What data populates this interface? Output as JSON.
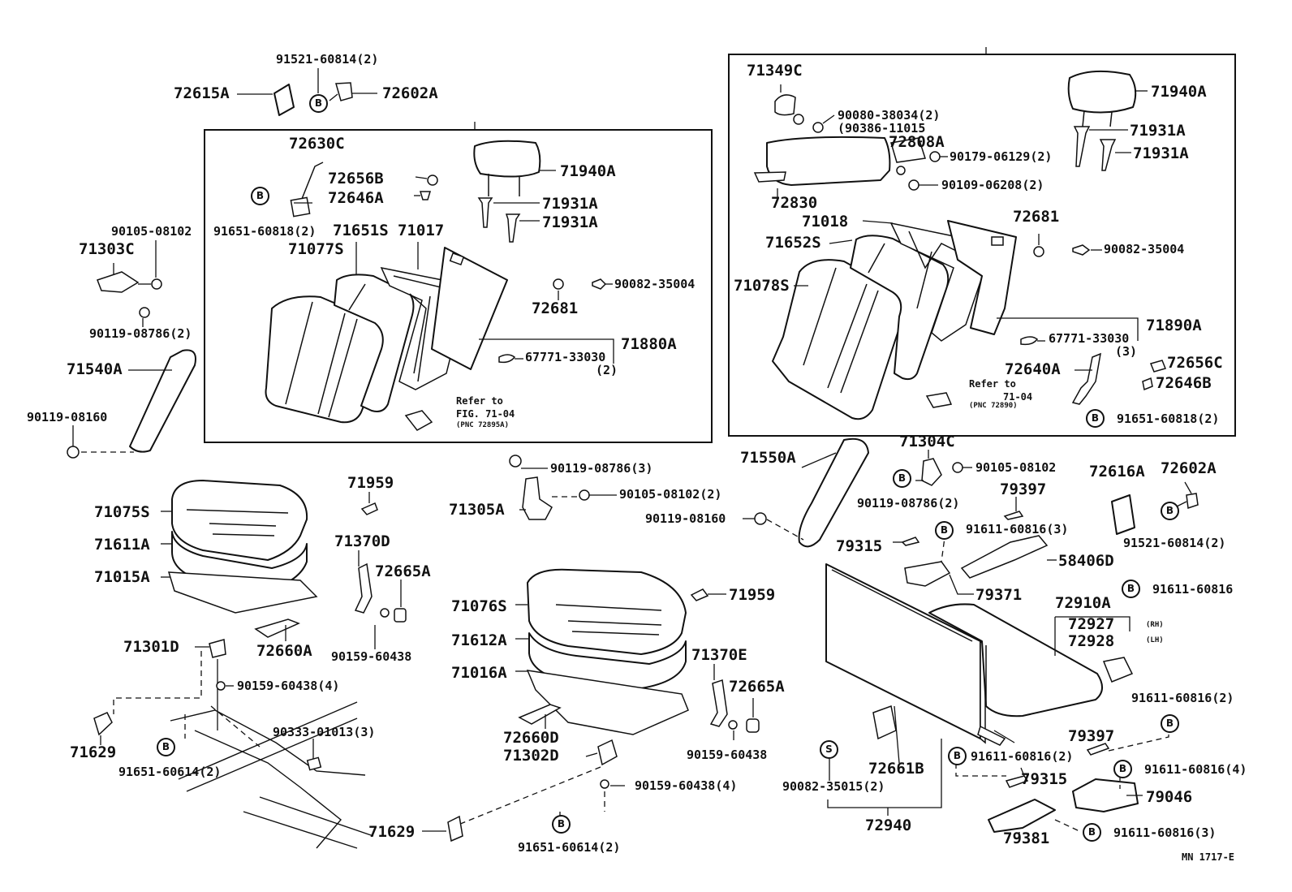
{
  "parts": {
    "p1": "91521-60814(2)",
    "p2": "72615A",
    "p3": "72602A",
    "p4": "72630C",
    "p5": "72656B",
    "p6": "72646A",
    "p7": "71940A",
    "p8": "71931A",
    "p9": "71931A",
    "p10": "91651-60818(2)",
    "p11": "90105-08102",
    "p12": "71303C",
    "p13": "71651S",
    "p14": "71017",
    "p15": "71077S",
    "p16": "90082-35004",
    "p17": "72681",
    "p18": "90119-08786(2)",
    "p19": "71880A",
    "p20": "67771-33030",
    "p21": "(2)",
    "p22": "71540A",
    "p23": "90119-08160",
    "p24": "71349C",
    "p25": "90080-38034(2)",
    "p26": "(90386-11015",
    "p27": "72808A",
    "p28": "90179-06129(2)",
    "p29": "90109-06208(2)",
    "p30": "71940A",
    "p31": "71931A",
    "p32": "71931A",
    "p33": "72830",
    "p34": "71018",
    "p35": "72681",
    "p36": "71652S",
    "p37": "90082-35004",
    "p38": "71078S",
    "p39": "71890A",
    "p40": "67771-33030",
    "p41": "(3)",
    "p42": "72656C",
    "p43": "72640A",
    "p44": "72646B",
    "p45": "91651-60818(2)",
    "p46": "71075S",
    "p47": "71611A",
    "p48": "71015A",
    "p49": "71959",
    "p50": "71370D",
    "p51": "72665A",
    "p52": "90159-60438",
    "p53": "72660A",
    "p54": "71301D",
    "p55": "90159-60438(4)",
    "p56": "90333-01013(3)",
    "p57": "71629",
    "p58": "91651-60614(2)",
    "p59": "90119-08786(3)",
    "p60": "71305A",
    "p61": "90105-08102(2)",
    "p62": "71959",
    "p63": "71076S",
    "p64": "71612A",
    "p65": "71016A",
    "p66": "71370E",
    "p67": "72665A",
    "p68": "90159-60438",
    "p69": "72660D",
    "p70": "71302D",
    "p71": "90159-60438(4)",
    "p72": "71629",
    "p73": "91651-60614(2)",
    "p74": "71550A",
    "p75": "71304C",
    "p76": "90105-08102",
    "p77": "90119-08786(2)",
    "p78": "79397",
    "p79": "72616A",
    "p80": "72602A",
    "p81": "90119-08160",
    "p82": "91611-60816(3)",
    "p83": "91521-60814(2)",
    "p84": "79315",
    "p85": "58406D",
    "p86": "79371",
    "p87": "91611-60816",
    "p88": "72910A",
    "p89": "72927",
    "p90": "72928",
    "p91": "91611-60816(2)",
    "p92": "79397",
    "p93": "91611-60816(2)",
    "p94": "72661B",
    "p95": "79315",
    "p96": "91611-60816(4)",
    "p97": "90082-35015(2)",
    "p98": "79046",
    "p99": "72940",
    "p100": "79381",
    "p101": "91611-60816(3)"
  },
  "notes": {
    "refer1": "Refer to",
    "fig1": "FIG. 71-04",
    "pnc1": "(PNC 72895A)",
    "refer2": "Refer to",
    "fig2": "71-04",
    "pnc2": "(PNC 72890)",
    "rh": "(RH)",
    "lh": "(LH)",
    "code": "MN 1717-E"
  },
  "marks": {
    "bolt": "B",
    "screw": "S"
  }
}
